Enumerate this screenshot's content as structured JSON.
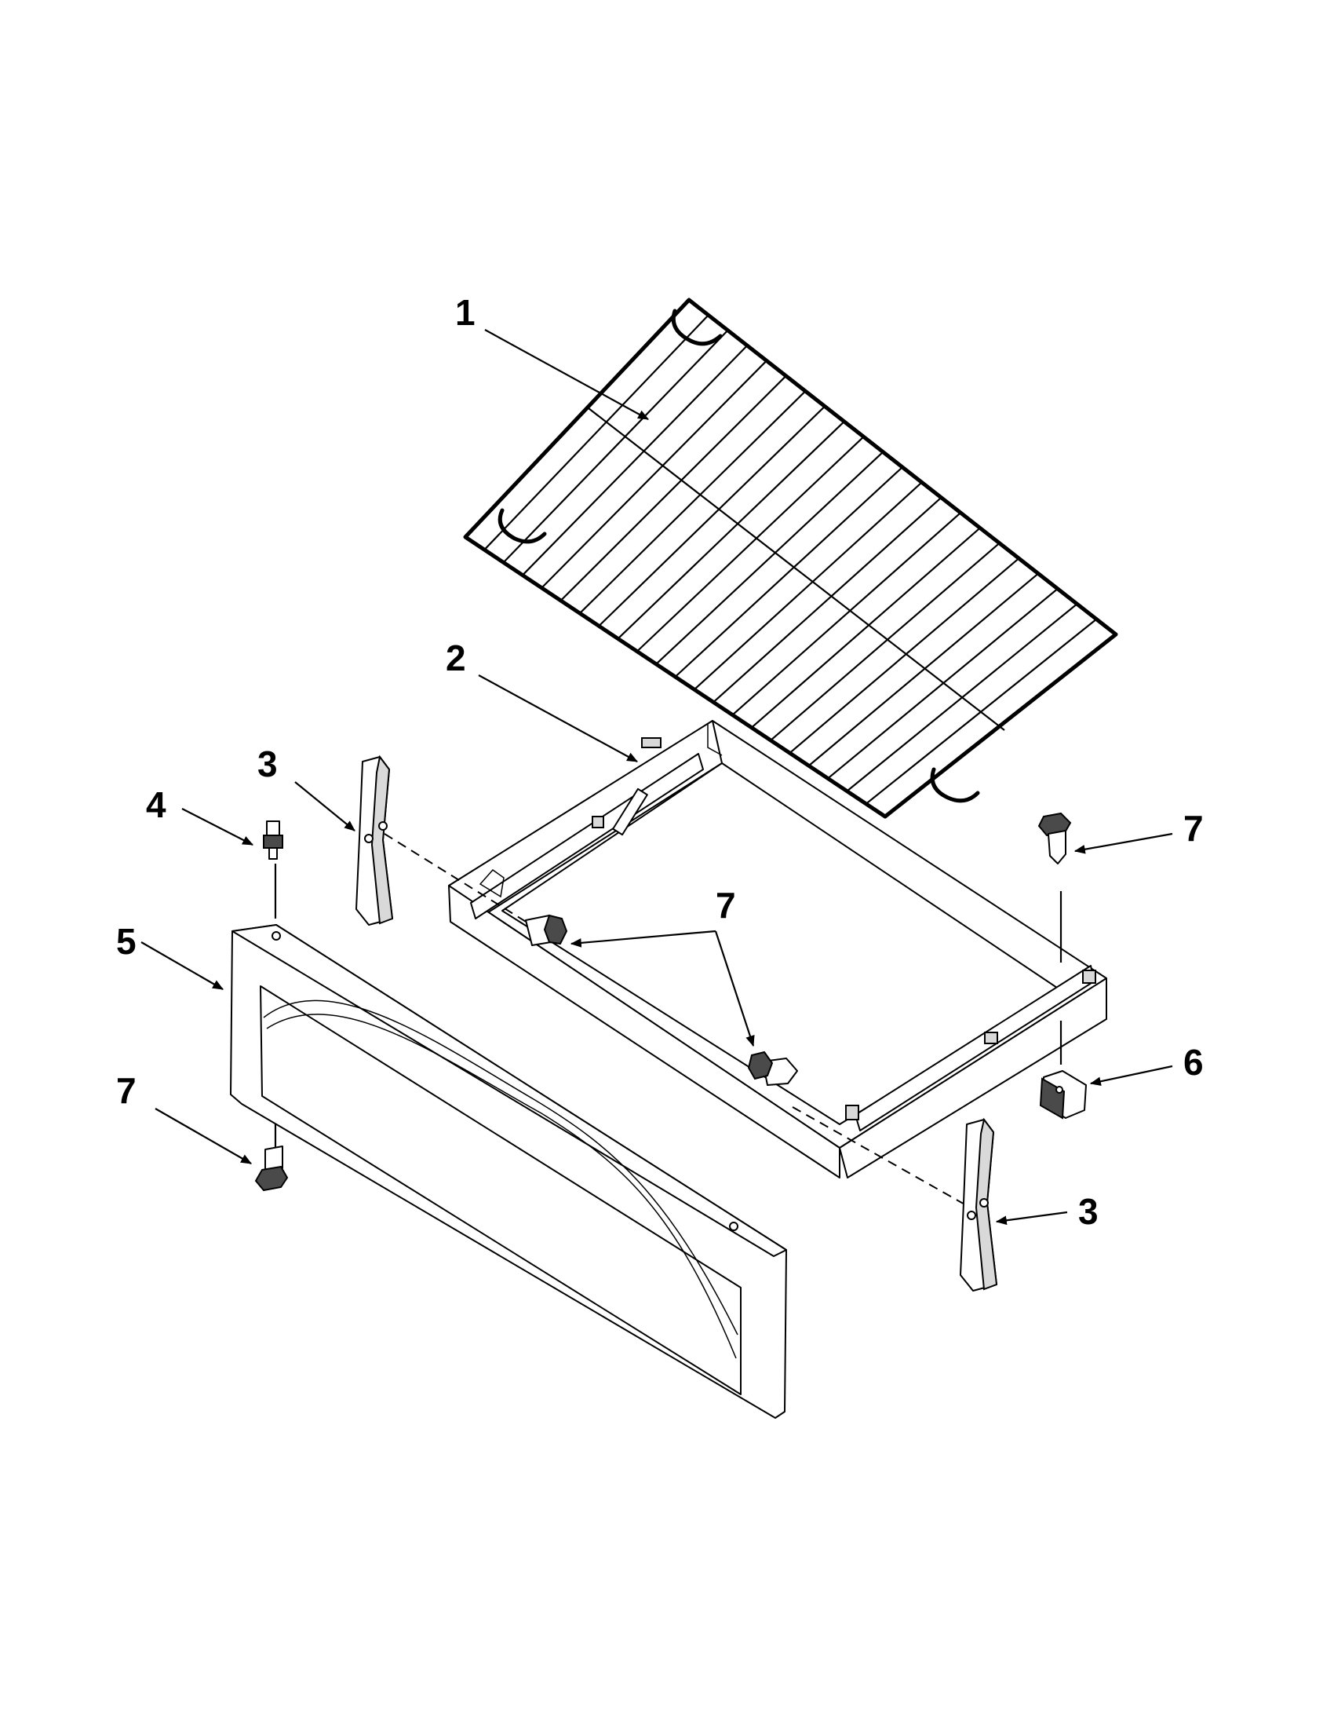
{
  "callouts": [
    {
      "id": "rack",
      "label": "1"
    },
    {
      "id": "drawer",
      "label": "2"
    },
    {
      "id": "glide-left",
      "label": "3"
    },
    {
      "id": "glide-right",
      "label": "3"
    },
    {
      "id": "stud",
      "label": "4"
    },
    {
      "id": "front-panel",
      "label": "5"
    },
    {
      "id": "clip",
      "label": "6"
    },
    {
      "id": "screw-top-right",
      "label": "7"
    },
    {
      "id": "screw-inside",
      "label": "7"
    },
    {
      "id": "screw-bottom-left",
      "label": "7"
    }
  ],
  "colors": {
    "line": "#000000",
    "background": "#ffffff",
    "shade": "#d9d9d9"
  }
}
